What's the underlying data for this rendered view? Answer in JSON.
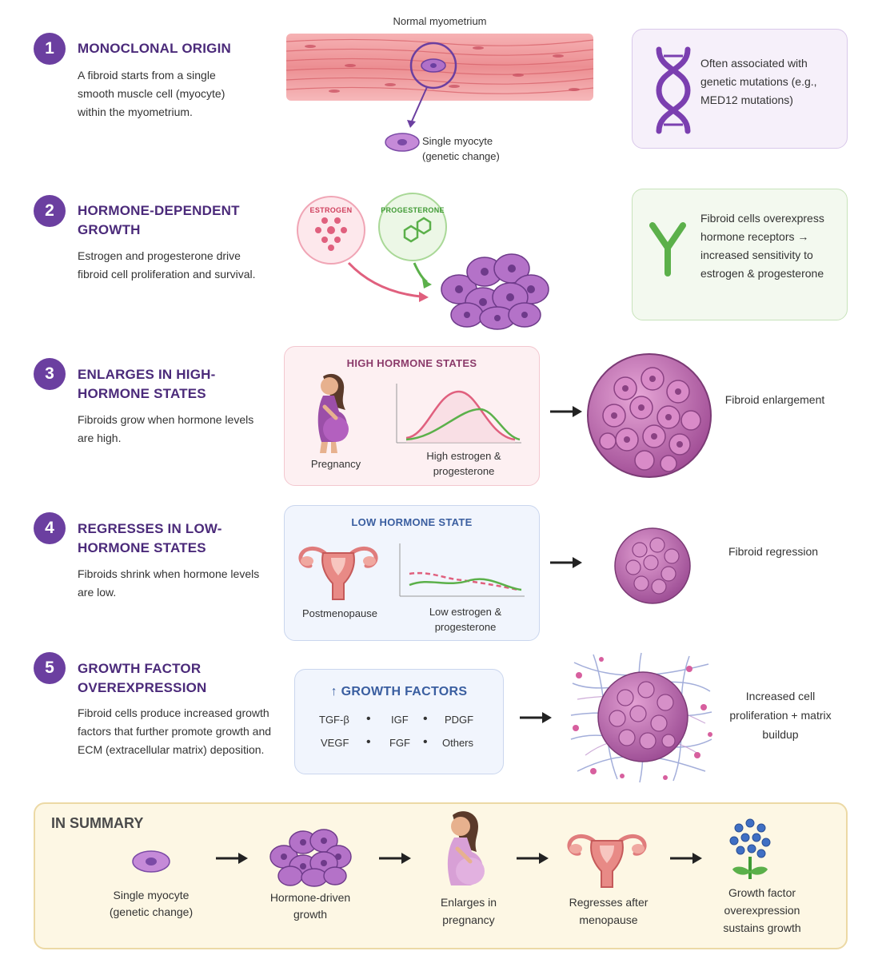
{
  "steps": [
    {
      "number": "1",
      "title": "MONOCLONAL ORIGIN",
      "description": "A fibroid starts from a single smooth muscle cell (myocyte) within the myometrium."
    },
    {
      "number": "2",
      "title": "HORMONE-DEPENDENT GROWTH",
      "description": "Estrogen and progesterone drive fibroid cell proliferation and survival."
    },
    {
      "number": "3",
      "title": "ENLARGES IN HIGH-HORMONE STATES",
      "description": "Fibroids grow when hormone levels are high."
    },
    {
      "number": "4",
      "title": "REGRESSES IN LOW-HORMONE STATES",
      "description": "Fibroids shrink when hormone levels are low."
    },
    {
      "number": "5",
      "title": "GROWTH FACTOR OVEREXPRESSION",
      "description": "Fibroid cells produce increased growth factors that further promote growth and ECM (extracellular matrix) deposition."
    }
  ],
  "step1": {
    "tissue_label": "Normal myometrium",
    "myocyte_label": "Single myocyte (genetic change)",
    "side_note": "Often associated with genetic mutations (e.g., MED12 mutations)"
  },
  "step2": {
    "estrogen_label": "ESTROGEN",
    "progesterone_label": "PROGESTERONE",
    "side_note": "Fibroid cells overexpress hormone receptors → increased sensitivity to estrogen & progesterone"
  },
  "step3": {
    "box_title": "HIGH HORMONE STATES",
    "pregnancy_label": "Pregnancy",
    "graph_label": "High estrogen & progesterone",
    "result_label": "Fibroid enlargement"
  },
  "step4": {
    "box_title": "LOW HORMONE STATE",
    "uterus_label": "Postmenopause",
    "graph_label": "Low estrogen & progesterone",
    "result_label": "Fibroid regression"
  },
  "step5": {
    "box_title": "↑ GROWTH FACTORS",
    "factors_row1": [
      "TGF-β",
      "IGF",
      "PDGF"
    ],
    "factors_row2": [
      "VEGF",
      "FGF",
      "Others"
    ],
    "separator": "•",
    "result_label": "Increased cell proliferation + matrix buildup"
  },
  "summary": {
    "title": "IN SUMMARY",
    "items": [
      "Single myocyte (genetic change)",
      "Hormone-driven growth",
      "Enlarges in pregnancy",
      "Regresses after menopause",
      "Growth factor overexpression sustains growth"
    ]
  },
  "colors": {
    "accent_purple": "#6b3fa0",
    "estrogen_pink": "#e0607e",
    "progesterone_green": "#5bb04a",
    "cell_purple": "#a45aa8",
    "summary_bg": "#fdf7e4"
  }
}
